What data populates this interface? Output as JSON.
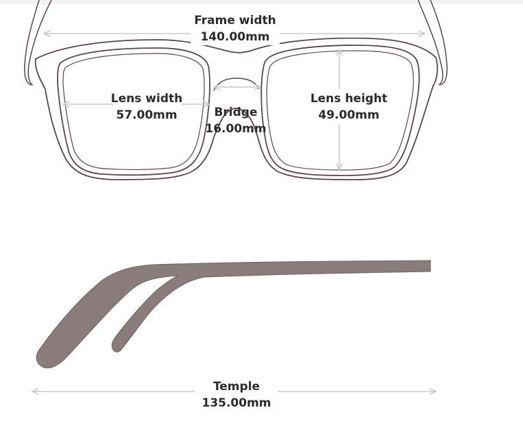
{
  "measurements": {
    "frame_width": {
      "label": "Frame width",
      "value": "140.00mm"
    },
    "lens_width": {
      "label": "Lens width",
      "value": "57.00mm"
    },
    "bridge": {
      "label": "Bridge",
      "value": "16.00mm"
    },
    "lens_height": {
      "label": "Lens height",
      "value": "49.00mm"
    },
    "temple": {
      "label": "Temple",
      "value": "135.00mm"
    }
  },
  "colors": {
    "frame_outline": "#5a4448",
    "temple_fill": "#8a7c7c",
    "dimension_line": "#c8c8c8",
    "label_text": "#2b2b2b"
  }
}
